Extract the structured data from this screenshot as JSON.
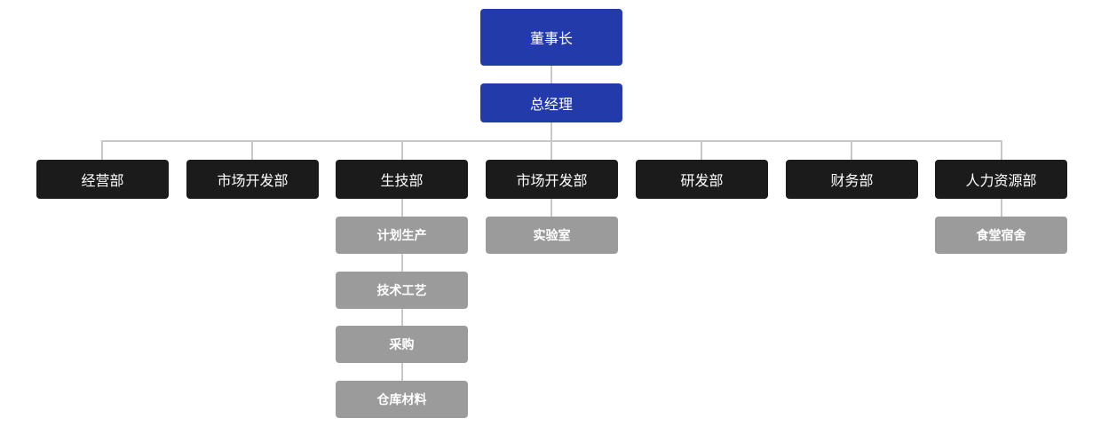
{
  "chairman": "董事长",
  "general_manager": "总经理",
  "departments": [
    {
      "label": "经营部",
      "children": []
    },
    {
      "label": "市场开发部",
      "children": []
    },
    {
      "label": "生技部",
      "children": [
        "计划生产",
        "技术工艺",
        "采购",
        "仓库材料"
      ]
    },
    {
      "label": "市场开发部",
      "children": [
        "实验室"
      ]
    },
    {
      "label": "研发部",
      "children": []
    },
    {
      "label": "财务部",
      "children": []
    },
    {
      "label": "人力资源部",
      "children": [
        "食堂宿舍"
      ]
    }
  ],
  "colors": {
    "executive": "#233aab",
    "department": "#1b1b1b",
    "sub_unit": "#9b9b9b",
    "connector": "#c8c8c8"
  }
}
